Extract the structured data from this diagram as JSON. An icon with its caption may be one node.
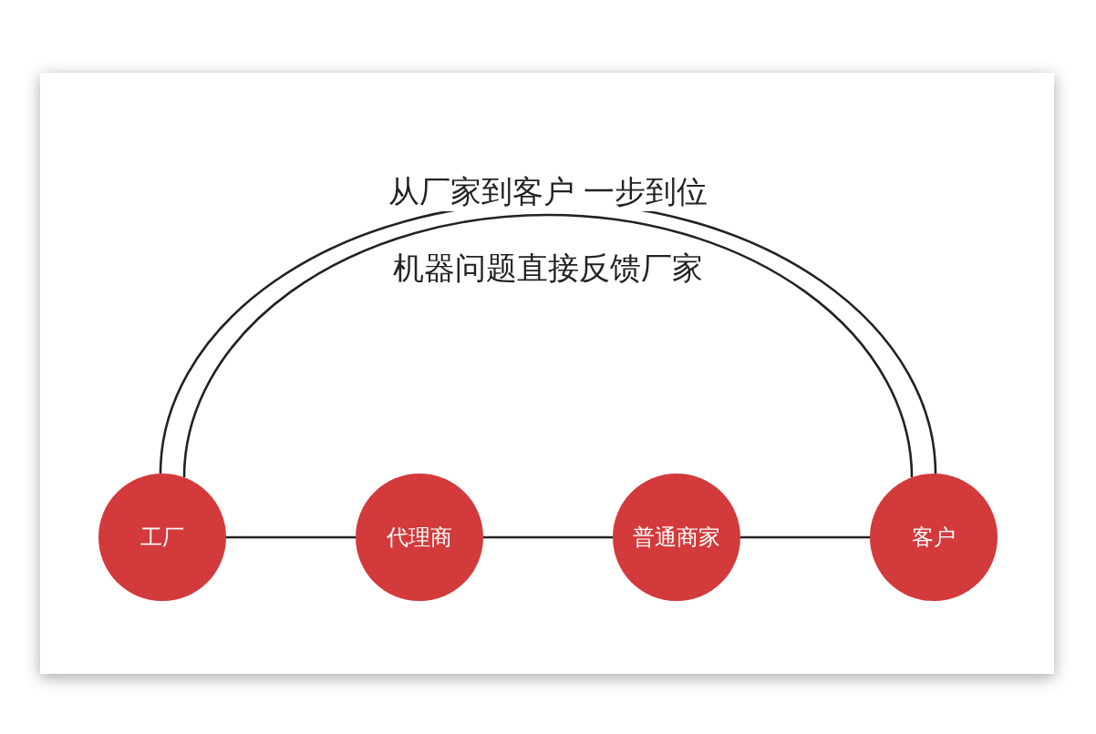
{
  "diagram": {
    "nodes": [
      {
        "text": [
          "工厂"
        ]
      },
      {
        "text": [
          "代理商"
        ]
      },
      {
        "text": [
          "普通商家"
        ]
      },
      {
        "text": [
          "客户"
        ]
      }
    ],
    "edges": [
      {
        "from": 0,
        "to": 1,
        "arrow": "none"
      },
      {
        "from": 1,
        "to": 2,
        "arrow": "none"
      },
      {
        "from": 2,
        "to": 3,
        "arrow": "none"
      },
      {
        "from": 0,
        "to": 3,
        "arrow": "none",
        "label": "从厂家到客户 一步到位"
      },
      {
        "from": 0,
        "to": 3,
        "arrow": "none",
        "label": "机器问题直接反馈厂家"
      }
    ]
  }
}
